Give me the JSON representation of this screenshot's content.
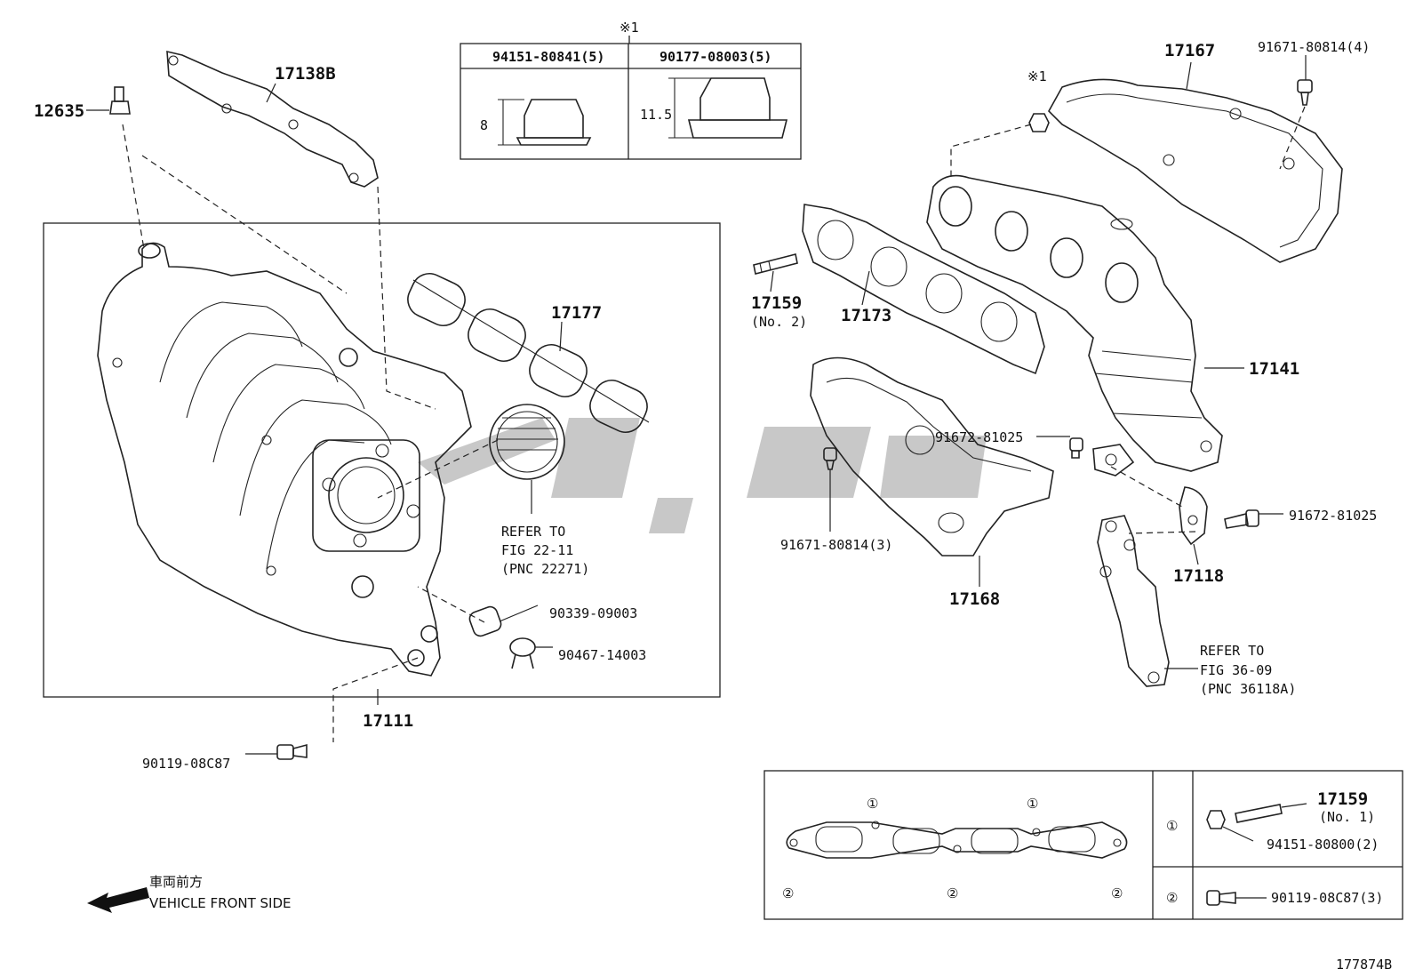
{
  "labels": {
    "p12635": "12635",
    "p17138B": "17138B",
    "p17177": "17177",
    "p17111": "17111",
    "p17167": "17167",
    "p91671_top": "91671-80814(4)",
    "p17159_no2": "17159",
    "p17159_no2_sub": "(No. 2)",
    "p17173": "17173",
    "p17141": "17141",
    "p91672_a": "91672-81025",
    "p91671_mid": "91671-80814(3)",
    "p17168": "17168",
    "p91672_b": "91672-81025",
    "p17118": "17118",
    "p90339": "90339-09003",
    "p90467": "90467-14003",
    "p90119": "90119-08C87"
  },
  "refer_left": {
    "line1": "REFER TO",
    "line2": "FIG 22-11",
    "line3": "(PNC 22271)"
  },
  "refer_right": {
    "line1": "REFER TO",
    "line2": "FIG 36-09",
    "line3": "(PNC 36118A)"
  },
  "nut_table": {
    "marker": "※1",
    "col1_part": "94151-80841(5)",
    "col2_part": "90177-08003(5)",
    "col1_dim": "8",
    "col2_dim": "11.5"
  },
  "nut_marker_right": "※1",
  "gasket_table": {
    "mark1": "①",
    "mark2": "②",
    "row1_part": "17159",
    "row1_sub": "(No. 1)",
    "row1_nut": "94151-80800(2)",
    "row2_bolt": "90119-08C87(3)"
  },
  "legend": {
    "jp": "車両前方",
    "en": "VEHICLE FRONT SIDE"
  },
  "figure_code": "177874B"
}
